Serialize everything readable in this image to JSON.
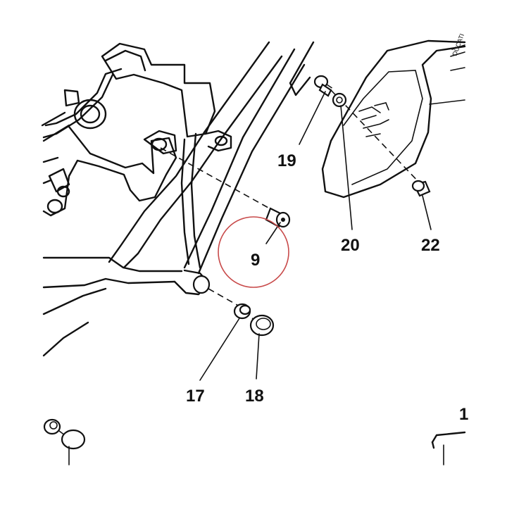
{
  "callouts": [
    {
      "id": "c9",
      "text": "9"
    },
    {
      "id": "c17",
      "text": "17"
    },
    {
      "id": "c18",
      "text": "18"
    },
    {
      "id": "c19",
      "text": "19"
    },
    {
      "id": "c20",
      "text": "20"
    },
    {
      "id": "c22",
      "text": "22"
    },
    {
      "id": "c1",
      "text": "1"
    }
  ],
  "highlight": {
    "target": "9",
    "color": "#c84a4a"
  },
  "colors": {
    "line": "#111111",
    "background": "#ffffff",
    "highlight": "#c84a4a"
  }
}
